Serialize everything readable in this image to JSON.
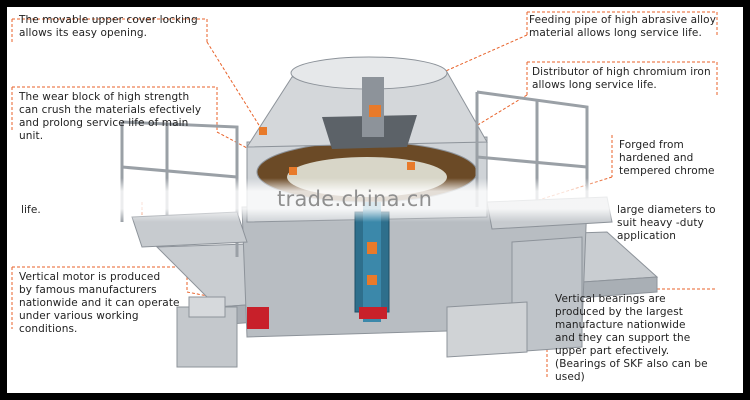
{
  "callouts": {
    "upper_cover": "The movable upper cover locking\nallows its easy opening.",
    "feeding_pipe": "Feeding pipe of high abrasive alloy\nmaterial allows long service life.",
    "distributor": "Distributor of high chromium iron\nallows long service life.",
    "wear_block": "The wear block of high strength\ncan crush the materials efectively\nand prolong service life of main\nunit.",
    "forged": "Forged from\nhardened and\ntempered chrome",
    "life_fragment": "life.",
    "diameters": "large diameters to\nsuit heavy -duty\napplication",
    "motor": "Vertical motor is produced\nby famous manufacturers\nnationwide and it can operate\nunder various working\nconditions.",
    "bearings": "Vertical bearings are\nproduced by the largest\nmanufacture nationwide\nand they can support the\nupper part efectively.\n(Bearings of SKF also can be\nused)"
  },
  "watermark": "trade.china.cn",
  "colors": {
    "frame": "#000000",
    "leader": "#e8622a",
    "machine_gray": "#c9cdd1",
    "machine_dark": "#8d939a",
    "rotor_blue": "#2e6f8c",
    "accent_orange": "#e87a2a",
    "accent_red": "#c8202a"
  }
}
